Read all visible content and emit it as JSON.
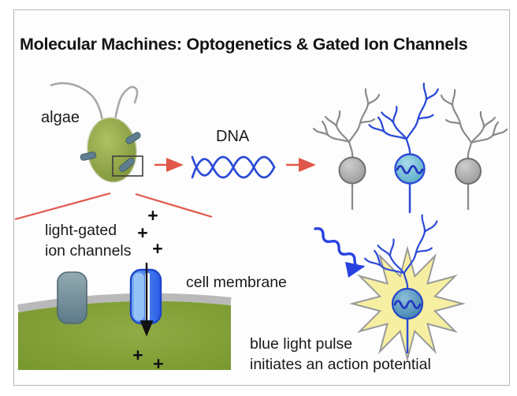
{
  "title": "Molecular Machines: Optogenetics & Gated Ion Channels",
  "labels": {
    "algae": "algae",
    "dna": "DNA",
    "channels_line1": "light-gated",
    "channels_line2": "ion channels",
    "cell_membrane": "cell membrane",
    "caption_line1": "blue light pulse",
    "caption_line2": "initiates an action potential",
    "plus_ion": "+"
  },
  "colors": {
    "arrow_red": "#e0584a",
    "dna_blue": "#2b4bd7",
    "algae_green": "#7d9338",
    "cell_interior_green": "#79992d",
    "membrane_gray": "#b9b9b9",
    "neuron_gray": "#8a8a8a",
    "transfected_soma_teal": "#5aa8c6",
    "closed_channel_slate": "#5d7a88",
    "open_channel_blue": "#2a63e8",
    "light_burst_yellow": "#f6efa2",
    "text_black": "#1a1a1a"
  }
}
